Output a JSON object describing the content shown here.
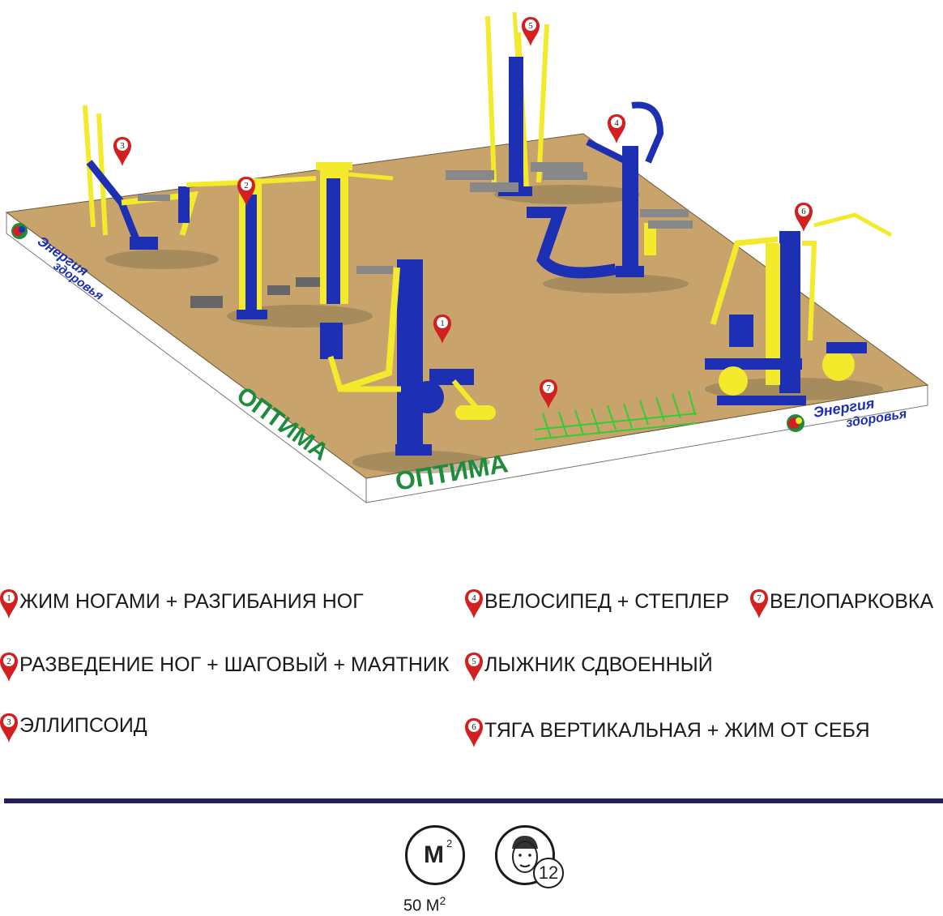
{
  "brand": {
    "logo_text_top": "Энергия",
    "logo_text_bottom": "здоровья"
  },
  "platform": {
    "name_left": "ОПТИМА",
    "name_front": "ОПТИМА"
  },
  "markers": [
    "1",
    "2",
    "3",
    "4",
    "5",
    "6",
    "7"
  ],
  "legend": [
    {
      "number": "1",
      "label": "ЖИМ  НОГАМИ + РАЗГИБАНИЯ НОГ"
    },
    {
      "number": "2",
      "label": "РАЗВЕДЕНИЕ НОГ + ШАГОВЫЙ + МАЯТНИК"
    },
    {
      "number": "3",
      "label": "ЭЛЛИПСОИД"
    },
    {
      "number": "4",
      "label": "ВЕЛОСИПЕД + СТЕПЛЕР"
    },
    {
      "number": "5",
      "label": "ЛЫЖНИК СДВОЕННЫЙ"
    },
    {
      "number": "6",
      "label": "ТЯГА ВЕРТИКАЛЬНАЯ + ЖИМ ОТ СЕБЯ"
    },
    {
      "number": "7",
      "label": "ВЕЛОПАРКОВКА"
    }
  ],
  "footer": {
    "area_symbol": "M",
    "area_symbol_exp": "2",
    "area_value": "50 М",
    "area_value_exp": "2",
    "users_count": "12"
  },
  "colors": {
    "ground": "#c8a46c",
    "equipment_blue": "#1d2fb3",
    "equipment_yellow": "#f2ea2a",
    "marker_red": "#d21f1f",
    "brand_green": "#1e8c3a",
    "bike_rack_green": "#33cc33",
    "divider": "#221e60"
  }
}
